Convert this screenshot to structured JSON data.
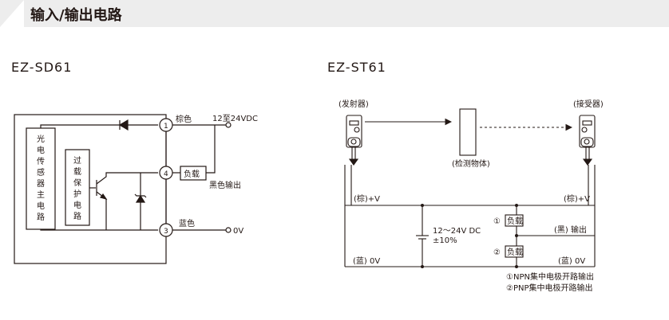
{
  "header": {
    "title": "输入/输出电路"
  },
  "left": {
    "model": "EZ-SD61",
    "main_circuit": [
      "光",
      "电",
      "传",
      "感",
      "器",
      "主",
      "电",
      "路"
    ],
    "protect_circuit": [
      "过",
      "载",
      "保",
      "护",
      "电",
      "路"
    ],
    "terminals": [
      "1",
      "4",
      "3"
    ],
    "brown": "棕色",
    "supply": "12至24VDC",
    "load": "负载",
    "black_out": "黑色输出",
    "blue": "蓝色",
    "zero_v": "0V"
  },
  "right": {
    "model": "EZ-ST61",
    "emitter": "(发射器)",
    "receiver": "(接受器)",
    "target": "(检测物体)",
    "brown_v_left": "(棕)+V",
    "brown_v_right": "(棕)+V",
    "supply_line1": "12～24V DC",
    "supply_line2": "±10%",
    "load1": "负载",
    "load2": "负载",
    "mark1": "①",
    "mark2": "②",
    "black_out": "(黑) 输出",
    "blue_left": "(蓝) 0V",
    "blue_right": "(蓝) 0V",
    "note1": "①NPN集中电极开路输出",
    "note2": "②PNP集中电极开路输出"
  }
}
